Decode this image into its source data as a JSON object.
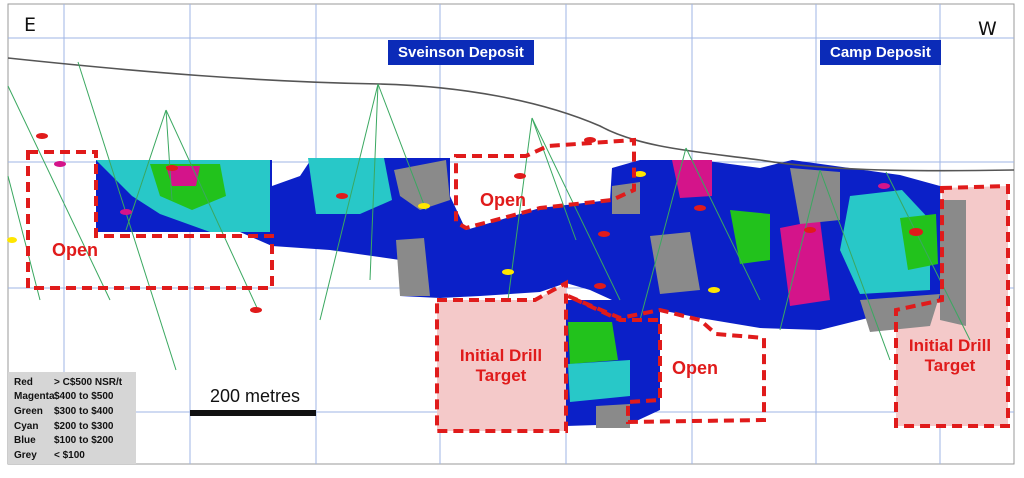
{
  "title_left": "E",
  "title_right": "W",
  "deposits": {
    "sveinson": "Sveinson Deposit",
    "camp": "Camp Deposit"
  },
  "zones": {
    "open_left": "Open",
    "open_top": "Open",
    "open_bottom": "Open",
    "drill_left": "Initial Drill Target",
    "drill_right": "Initial Drill Target"
  },
  "scale_bar": {
    "label": "200 metres"
  },
  "legend": [
    {
      "name": "Red",
      "range": "> C$500 NSR/t",
      "color": "#e01b1b"
    },
    {
      "name": "Magenta",
      "range": "$400 to $500",
      "color": "#d4148a"
    },
    {
      "name": "Green",
      "range": "$300 to $400",
      "color": "#22c21c"
    },
    {
      "name": "Cyan",
      "range": "$200 to $300",
      "color": "#28c8c8"
    },
    {
      "name": "Blue",
      "range": "$100 to $200",
      "color": "#0b20c8"
    },
    {
      "name": "Grey",
      "range": "< $100",
      "color": "#888888"
    }
  ],
  "colors": {
    "outline": "#e01b1b",
    "target_fill": "#f4c9c9",
    "grid": "#9fb6e6",
    "surface": "#555555",
    "deposit_label_bg": "#0b2bb8"
  }
}
